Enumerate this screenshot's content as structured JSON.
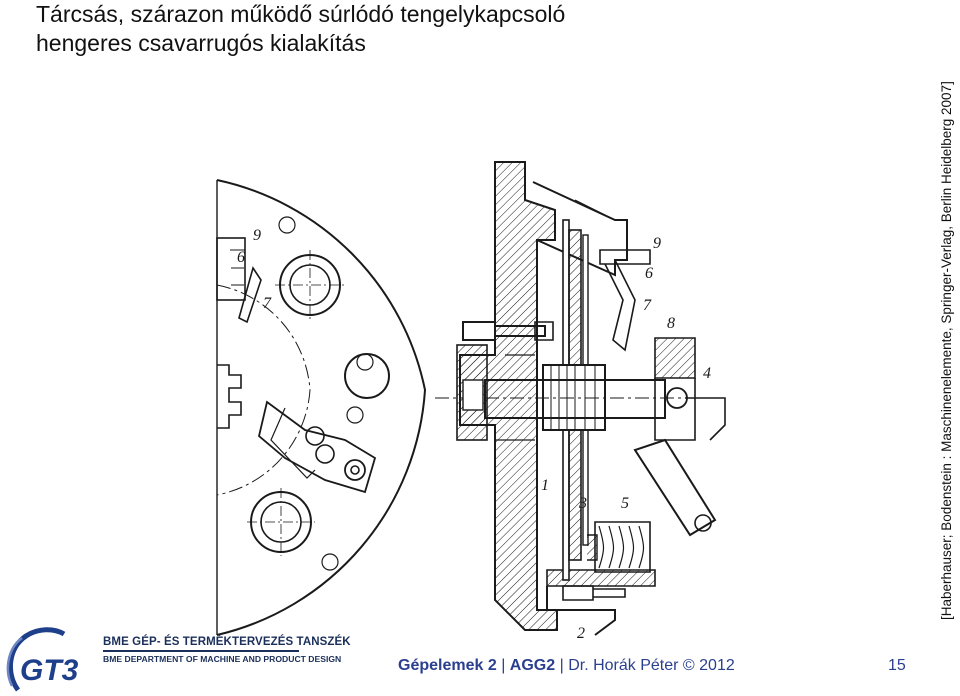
{
  "title": {
    "line1": "Tárcsás, szárazon működő súrlódó tengelykapcsoló",
    "line2": "hengeres csavarrugós kialakítás"
  },
  "citation": "[Haberhauser; Bodenstein : Maschinenelemente, Springer-Verlag, Berlin Heidelberg 2007]",
  "drawing": {
    "part_labels": [
      "9",
      "6",
      "7",
      "9",
      "6",
      "7",
      "8",
      "4",
      "1",
      "3",
      "5",
      "2"
    ]
  },
  "footer": {
    "logo_text": "GT3",
    "dept_line1": "BME GÉP- ÉS TERMÉKTERVEZÉS TANSZÉK",
    "dept_line2": "BME DEPARTMENT OF MACHINE AND PRODUCT DESIGN",
    "course_name": "Gépelemek 2",
    "sep1": "|",
    "course_code": "AGG2",
    "sep2": "|",
    "author": "Dr. Horák Péter © 2012",
    "page_number": "15"
  },
  "colors": {
    "title": "#111111",
    "footer_text": "#2b3f8f",
    "logo_blue": "#1e3f8a",
    "dept_text": "#1a2f5a",
    "drawing_line": "#1a1a1a"
  }
}
